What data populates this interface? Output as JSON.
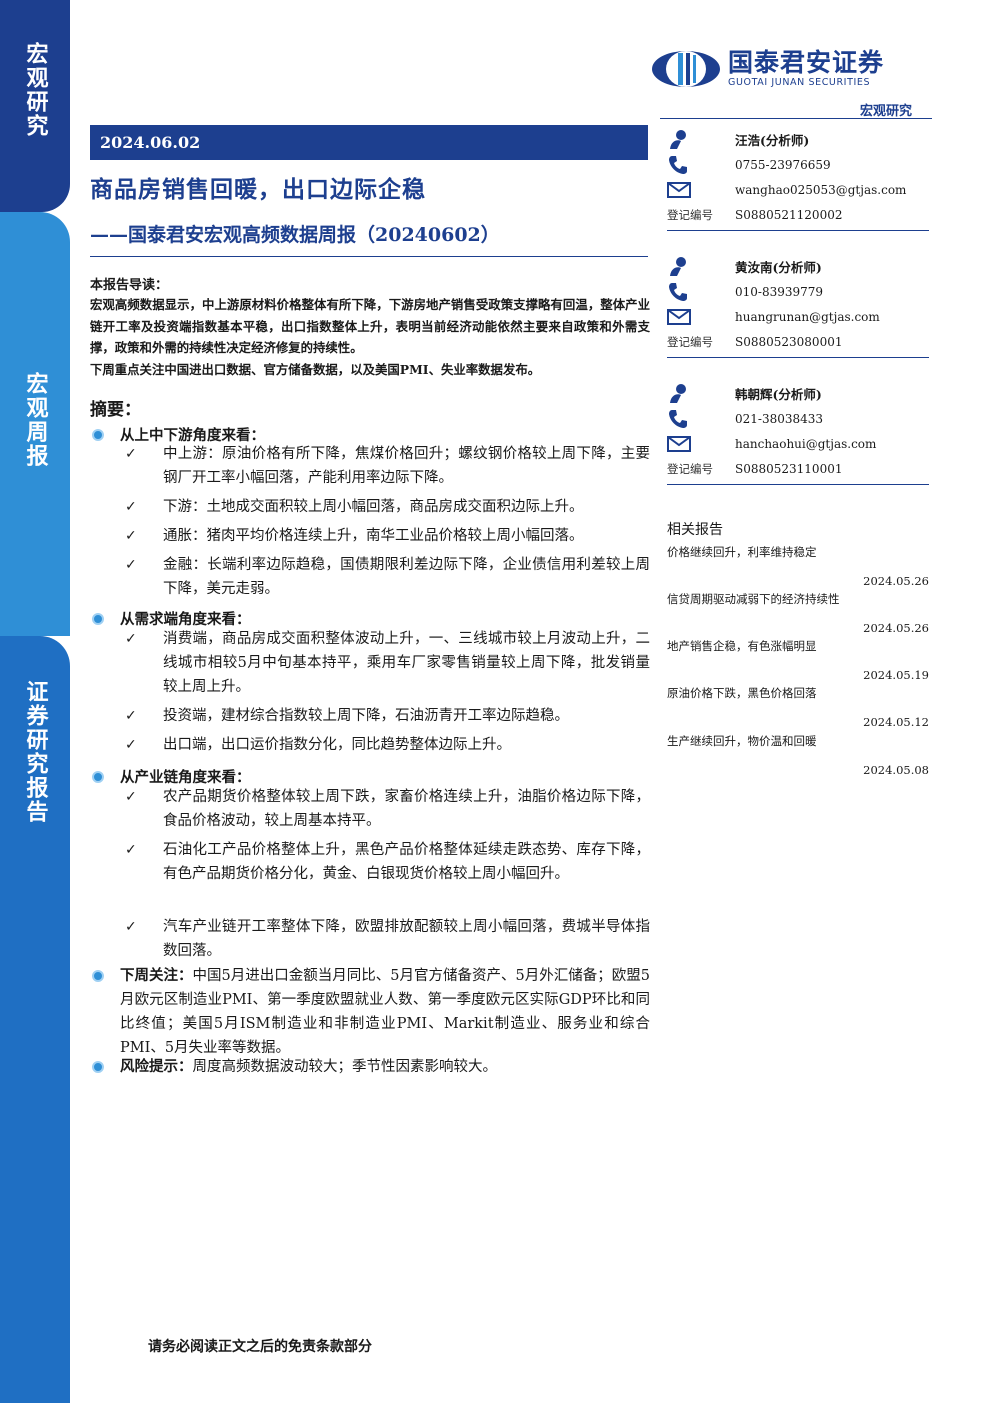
{
  "sidebar": {
    "tab1": "宏观研究",
    "tab2": "宏观周报",
    "tab3": "证券研究报告"
  },
  "brand": {
    "name_cn": "国泰君安证券",
    "name_en": "GUOTAI JUNAN SECURITIES",
    "category": "宏观研究",
    "colors": {
      "navy": "#1d3f8f",
      "blue": "#2f8fd6"
    }
  },
  "report": {
    "date": "2024.06.02",
    "title": "商品房销售回暖，出口边际企稳",
    "subtitle": "——国泰君安宏观高频数据周报（20240602）"
  },
  "guide": {
    "label": "本报告导读：",
    "p1": "宏观高频数据显示，中上游原材料价格整体有所下降，下游房地产销售受政策支撑略有回温，整体产业链开工率及投资端指数基本平稳，出口指数整体上升，表明当前经济动能依然主要来自政策和外需支撑，政策和外需的持续性决定经济修复的持续性。",
    "p2": "下周重点关注中国进出口数据、官方储备数据，以及美国PMI、失业率数据发布。"
  },
  "summary": {
    "label": "摘要：",
    "sections": [
      {
        "head": "从上中下游角度来看：",
        "items": [
          "中上游：原油价格有所下降，焦煤价格回升；螺纹钢价格较上周下降，主要钢厂开工率小幅回落，产能利用率边际下降。",
          "下游：土地成交面积较上周小幅回落，商品房成交面积边际上升。",
          "通胀：猪肉平均价格连续上升，南华工业品价格较上周小幅回落。",
          "金融：长端利率边际趋稳，国债期限利差边际下降，企业债信用利差较上周下降，美元走弱。"
        ]
      },
      {
        "head": "从需求端角度来看：",
        "items": [
          "消费端，商品房成交面积整体波动上升，一、三线城市较上月波动上升，二线城市相较5月中旬基本持平，乘用车厂家零售销量较上周下降，批发销量较上周上升。",
          "投资端，建材综合指数较上周下降，石油沥青开工率边际趋稳。",
          "出口端，出口运价指数分化，同比趋势整体边际上升。"
        ]
      },
      {
        "head": "从产业链角度来看：",
        "items": [
          "农产品期货价格整体较上周下跌，家畜价格连续上升，油脂价格边际下降，食品价格波动，较上周基本持平。",
          "石油化工产品价格整体上升，黑色产品价格整体延续走跌态势、库存下降，有色产品期货价格分化，黄金、白银现货价格较上周小幅回升。",
          "汽车产业链开工率整体下降，欧盟排放配额较上周小幅回落，费城半导体指数回落。"
        ]
      }
    ],
    "next_week_label": "下周关注：",
    "next_week": "中国5月进出口金额当月同比、5月官方储备资产、5月外汇储备；欧盟5月欧元区制造业PMI、第一季度欧盟就业人数、第一季度欧元区实际GDP环比和同比终值；美国5月ISM制造业和非制造业PMI、Markit制造业、服务业和综合PMI、5月失业率等数据。",
    "risk_label": "风险提示：",
    "risk": "周度高频数据波动较大；季节性因素影响较大。"
  },
  "analysts": [
    {
      "name": "汪浩(分析师)",
      "phone": "0755-23976659",
      "email": "wanghao025053@gtjas.com",
      "reg_label": "登记编号",
      "reg": "S0880521120002"
    },
    {
      "name": "黄汝南(分析师)",
      "phone": "010-83939779",
      "email": "huangrunan@gtjas.com",
      "reg_label": "登记编号",
      "reg": "S0880523080001"
    },
    {
      "name": "韩朝辉(分析师)",
      "phone": "021-38038433",
      "email": "hanchaohui@gtjas.com",
      "reg_label": "登记编号",
      "reg": "S0880523110001"
    }
  ],
  "related": {
    "label": "相关报告",
    "items": [
      {
        "title": "价格继续回升，利率维持稳定",
        "date": "2024.05.26"
      },
      {
        "title": "信贷周期驱动减弱下的经济持续性",
        "date": "2024.05.26"
      },
      {
        "title": "地产销售企稳，有色涨幅明显",
        "date": "2024.05.19"
      },
      {
        "title": "原油价格下跌，黑色价格回落",
        "date": "2024.05.12"
      },
      {
        "title": "生产继续回升，物价温和回暖",
        "date": "2024.05.08"
      }
    ]
  },
  "footer": "请务必阅读正文之后的免责条款部分"
}
